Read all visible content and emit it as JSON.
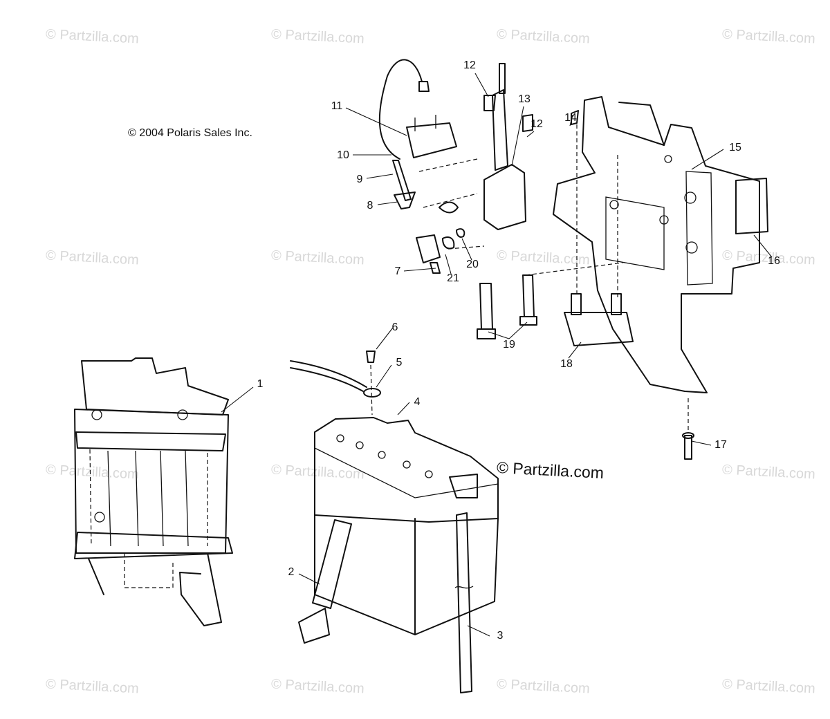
{
  "copyright": "© 2004 Polaris Sales Inc.",
  "brand_watermark": "© Partzilla.com",
  "faint_watermark": "© Partzilla.com",
  "callouts": [
    {
      "id": "c1",
      "text": "1"
    },
    {
      "id": "c2",
      "text": "2"
    },
    {
      "id": "c3",
      "text": "3"
    },
    {
      "id": "c4",
      "text": "4"
    },
    {
      "id": "c5",
      "text": "5"
    },
    {
      "id": "c6",
      "text": "6"
    },
    {
      "id": "c7",
      "text": "7"
    },
    {
      "id": "c8",
      "text": "8"
    },
    {
      "id": "c9",
      "text": "9"
    },
    {
      "id": "c10",
      "text": "10"
    },
    {
      "id": "c11",
      "text": "11"
    },
    {
      "id": "c12a",
      "text": "12"
    },
    {
      "id": "c12b",
      "text": "12"
    },
    {
      "id": "c13",
      "text": "13"
    },
    {
      "id": "c14",
      "text": "14"
    },
    {
      "id": "c15",
      "text": "15"
    },
    {
      "id": "c16",
      "text": "16"
    },
    {
      "id": "c17",
      "text": "17"
    },
    {
      "id": "c18",
      "text": "18"
    },
    {
      "id": "c19",
      "text": "19"
    },
    {
      "id": "c20",
      "text": "20"
    },
    {
      "id": "c21",
      "text": "21"
    }
  ]
}
